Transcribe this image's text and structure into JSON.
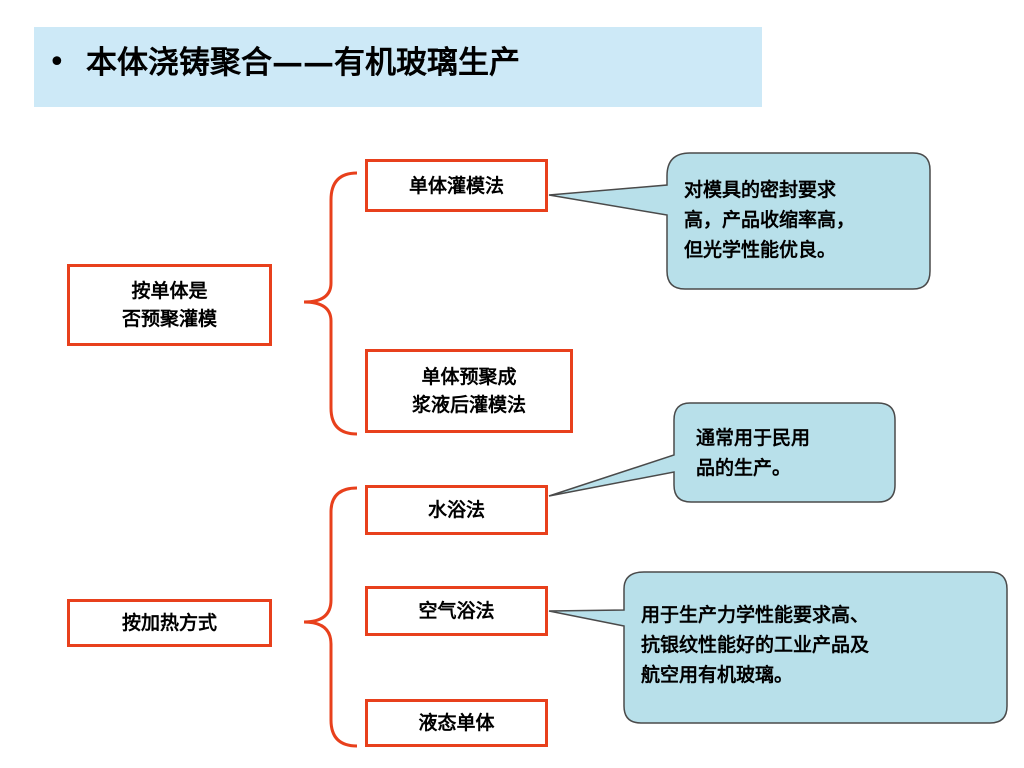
{
  "title": {
    "bullet": "•",
    "text": "本体浇铸聚合——有机玻璃生产"
  },
  "groups": [
    {
      "category": "按单体是\n否预聚灌模",
      "methods": [
        "单体灌模法",
        "单体预聚成\n浆液后灌模法"
      ]
    },
    {
      "category": "按加热方式",
      "methods": [
        "水浴法",
        "空气浴法",
        "液态单体"
      ]
    }
  ],
  "callouts": [
    "对模具的密封要求\n高，产品收缩率高，\n但光学性能优良。",
    "通常用于民用\n品的生产。",
    "用于生产力学性能要求高、\n抗银纹性能好的工业产品及\n航空用有机玻璃。"
  ],
  "colors": {
    "box_border": "#e8401c",
    "bubble_fill": "#b8e0ea",
    "title_bg": "#cde9f7"
  }
}
